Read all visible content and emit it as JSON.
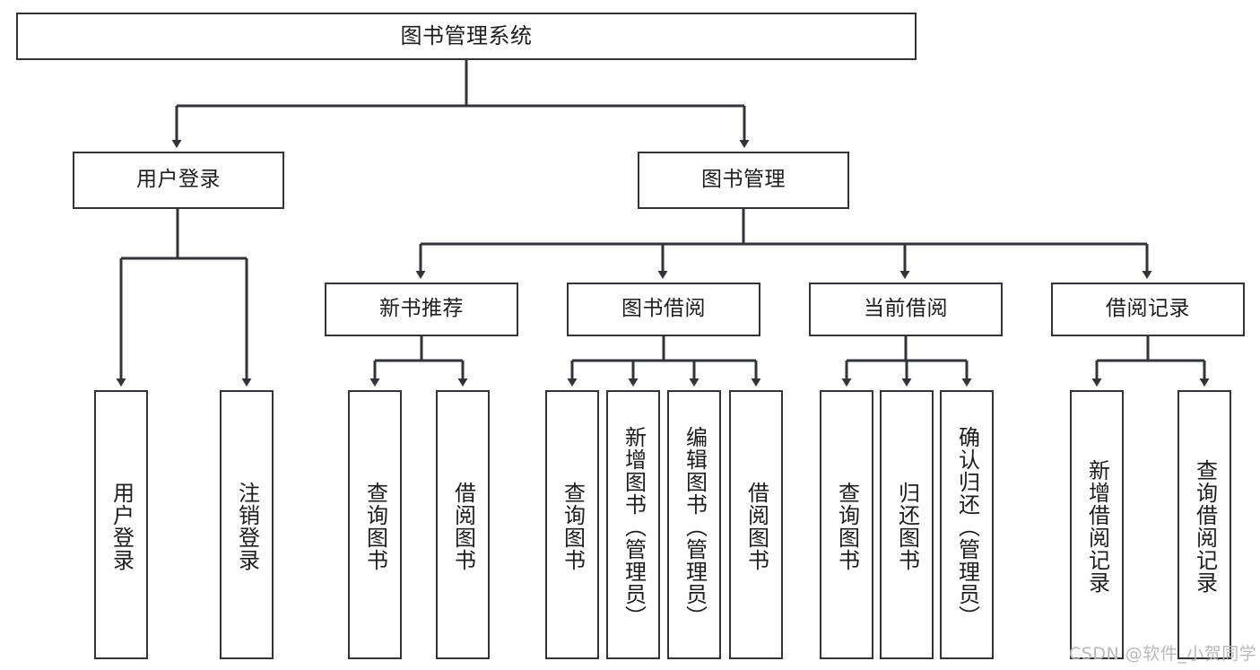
{
  "diagram": {
    "title": "图书管理系统",
    "type": "function-tree",
    "stroke_color": "#33343a",
    "fill_color": "#ffffff",
    "text_color": "#1d1d1f",
    "root": {
      "label": "图书管理系统"
    },
    "level2": [
      {
        "label": "用户登录"
      },
      {
        "label": "图书管理"
      }
    ],
    "level3": [
      {
        "label": "新书推荐"
      },
      {
        "label": "图书借阅"
      },
      {
        "label": "当前借阅"
      },
      {
        "label": "借阅记录"
      }
    ],
    "leaves": {
      "user_login": [
        {
          "label": "用户登录"
        },
        {
          "label": "注销登录"
        }
      ],
      "new_book_recommend": [
        {
          "label": "查询图书"
        },
        {
          "label": "借阅图书"
        }
      ],
      "book_borrow": [
        {
          "label": "查询图书"
        },
        {
          "label": "新增图书（管理员）"
        },
        {
          "label": "编辑图书（管理员）"
        },
        {
          "label": "借阅图书"
        }
      ],
      "current_borrow": [
        {
          "label": "查询图书"
        },
        {
          "label": "归还图书"
        },
        {
          "label": "确认归还（管理员）"
        }
      ],
      "borrow_record": [
        {
          "label": "新增借阅记录"
        },
        {
          "label": "查询借阅记录"
        }
      ]
    }
  },
  "watermark": {
    "text": "CSDN @软件_小贺同学"
  }
}
